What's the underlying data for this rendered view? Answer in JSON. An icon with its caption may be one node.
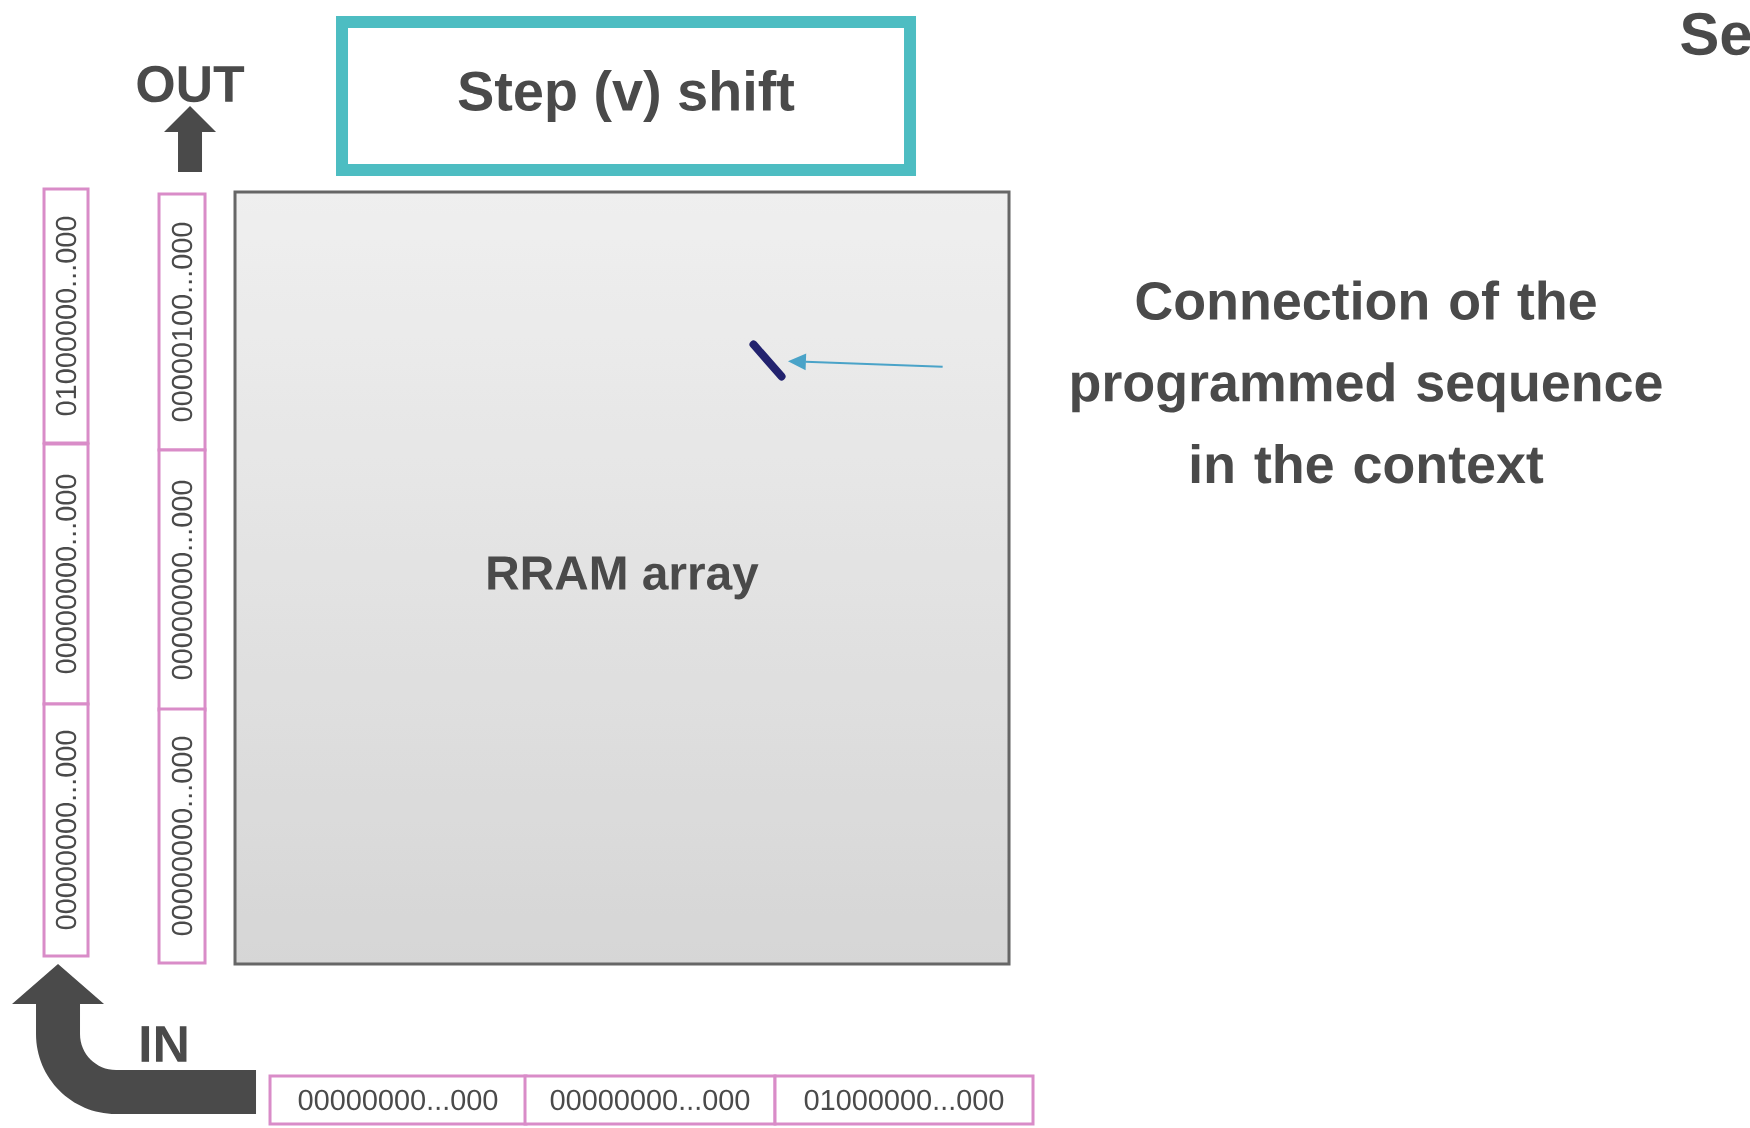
{
  "diagram": {
    "nodes": [
      {
        "text": [
          "Step (v) shift"
        ]
      },
      {
        "text": [
          "RRAM array"
        ]
      },
      {
        "text": [],
        "shape": "bar",
        "in": 1
      },
      {
        "text": [
          "Connection of the programmed sequence in the context"
        ]
      },
      {
        "text": [
          "01000000...000"
        ]
      },
      {
        "text": [
          "00000000...000"
        ]
      },
      {
        "text": [
          "00000000...000"
        ]
      },
      {
        "text": [
          "00000100...000"
        ]
      },
      {
        "text": [
          "00000000...000"
        ]
      },
      {
        "text": [
          "00000000...000"
        ]
      },
      {
        "text": [
          "00000000...000"
        ]
      },
      {
        "text": [
          "00000000...000"
        ]
      },
      {
        "text": [
          "01000000...000"
        ]
      }
    ],
    "edges": [
      {
        "from": 3,
        "to": 2,
        "arrow": "to",
        "color": "#4aa3c8"
      }
    ],
    "labels": [
      "Se",
      "OUT",
      "IN"
    ]
  }
}
